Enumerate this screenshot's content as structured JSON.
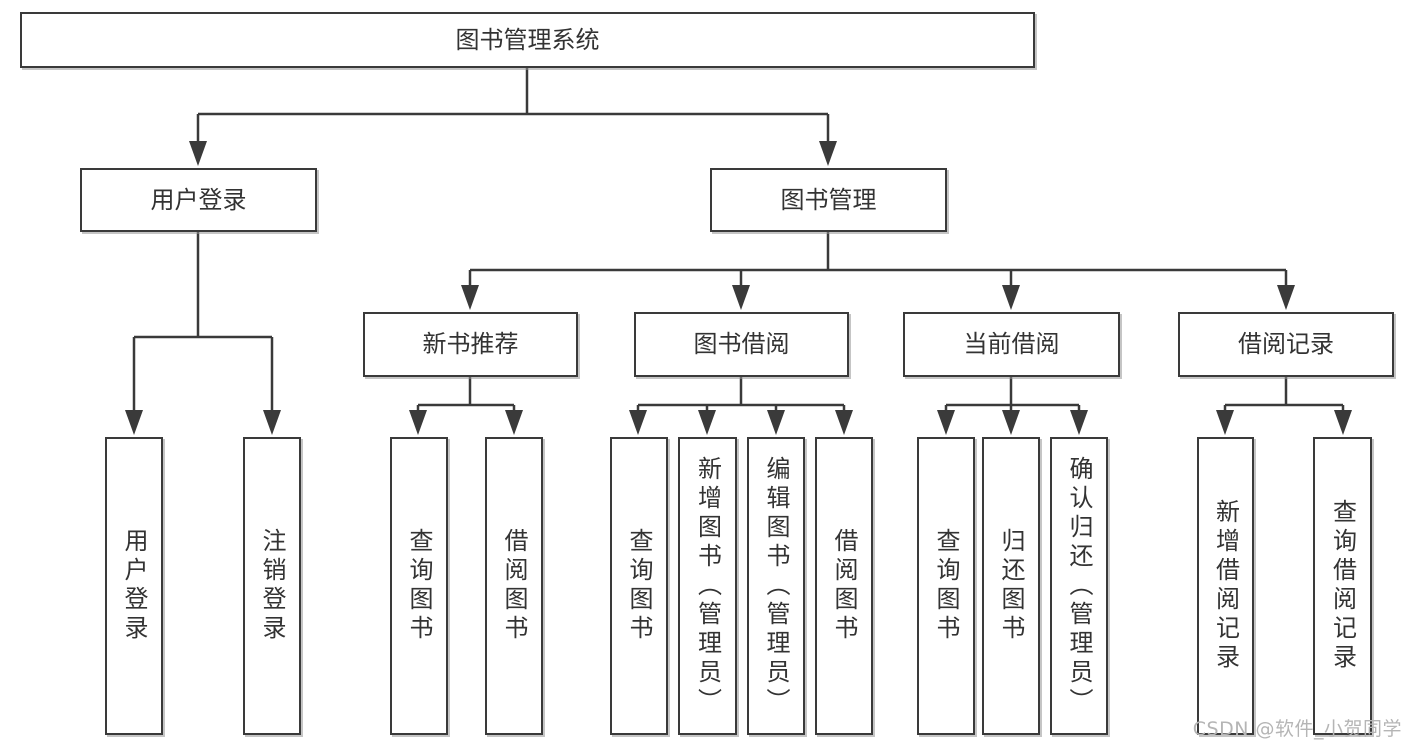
{
  "colors": {
    "line": "#3a3a3a",
    "box_border": "#3a3a3a",
    "text": "#333333",
    "background": "#ffffff",
    "watermark": "#b5b5b5"
  },
  "tree": {
    "root": "图书管理系统",
    "branches": [
      {
        "label": "用户登录",
        "children": [
          "用户登录",
          "注销登录"
        ]
      },
      {
        "label": "图书管理",
        "groups": [
          {
            "label": "新书推荐",
            "children": [
              "查询图书",
              "借阅图书"
            ]
          },
          {
            "label": "图书借阅",
            "children": [
              "查询图书",
              "新增图书（管理员）",
              "编辑图书（管理员）",
              "借阅图书"
            ]
          },
          {
            "label": "当前借阅",
            "children": [
              "查询图书",
              "归还图书",
              "确认归还（管理员）"
            ]
          },
          {
            "label": "借阅记录",
            "children": [
              "新增借阅记录",
              "查询借阅记录"
            ]
          }
        ]
      }
    ]
  },
  "watermark": {
    "text": "CSDN @软件_小贺同学"
  }
}
